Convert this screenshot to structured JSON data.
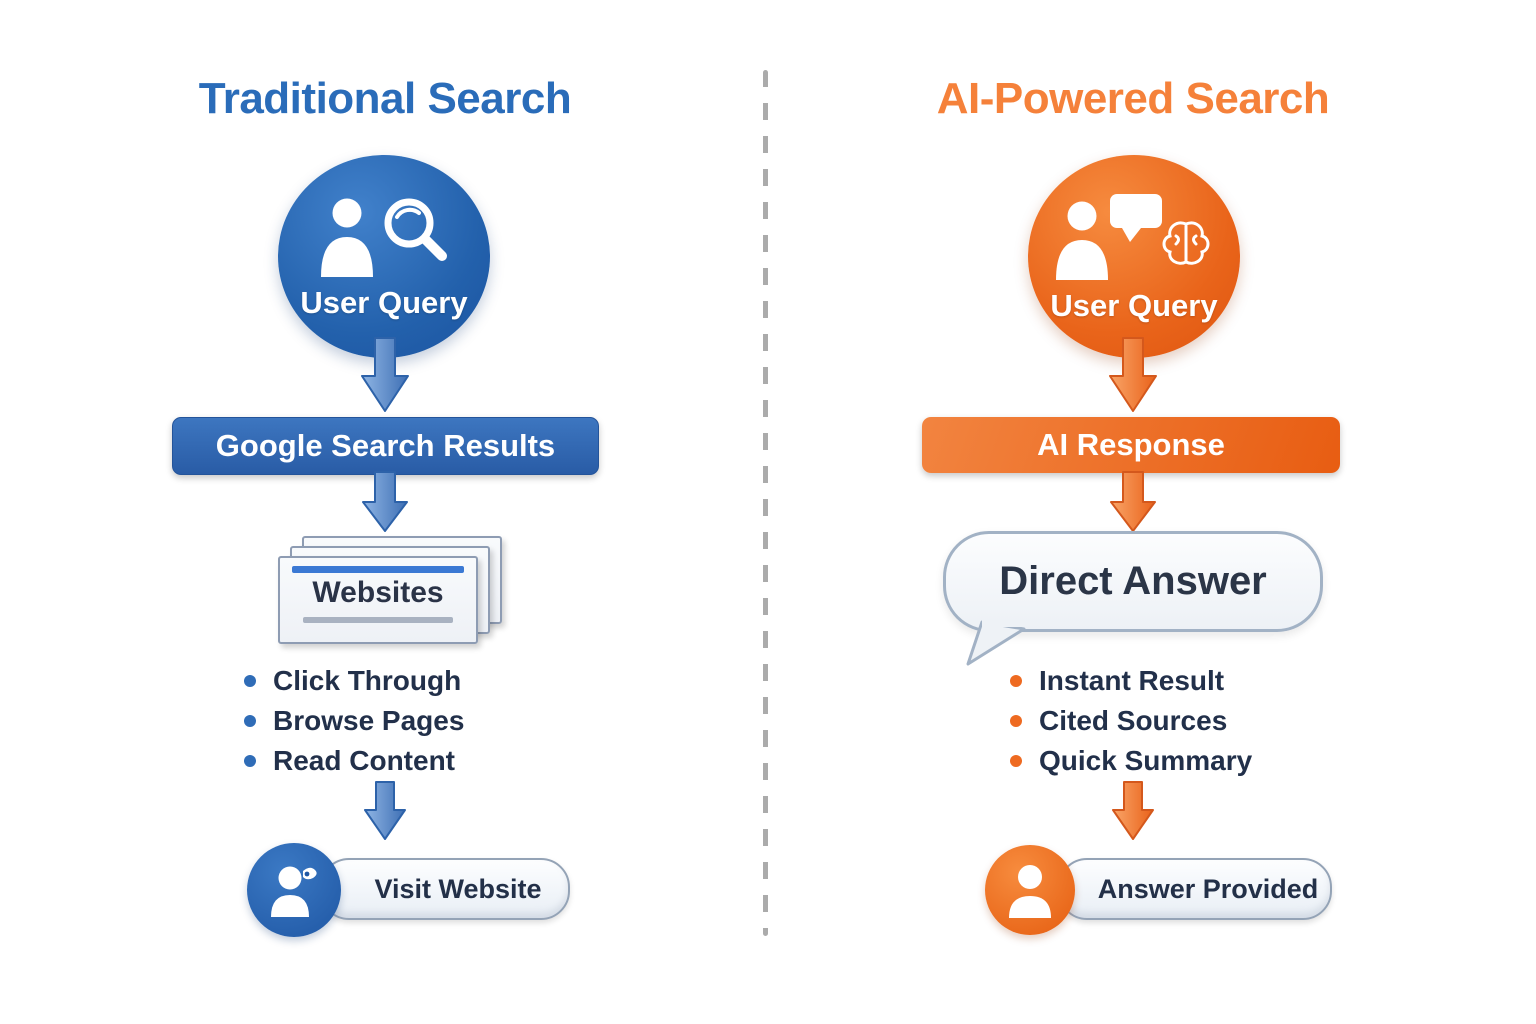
{
  "left": {
    "title": "Traditional Search",
    "user_query_label": "User Query",
    "results_label": "Google Search Results",
    "websites_label": "Websites",
    "bullets": [
      "Click Through",
      "Browse Pages",
      "Read Content"
    ],
    "visit_label": "Visit Website",
    "accent_color": "#2a6cb9"
  },
  "right": {
    "title": "AI-Powered Search",
    "user_query_label": "User Query",
    "response_label": "AI Response",
    "direct_answer_label": "Direct Answer",
    "bullets": [
      "Instant Result",
      "Cited Sources",
      "Quick Summary"
    ],
    "answer_label": "Answer Provided",
    "accent_color": "#ee6a21"
  },
  "colors": {
    "blue_title": "#2a6cb9",
    "orange_title": "#f5813a",
    "bullet_text": "#22304a",
    "divider_gray": "#ababab"
  },
  "icons": {
    "left_circle": "user-with-magnifier-icon",
    "right_circle": "user-with-chat-and-brain-icon",
    "left_bottom": "user-clicking-icon",
    "right_bottom": "user-icon",
    "arrows": "arrow-down-icon"
  }
}
